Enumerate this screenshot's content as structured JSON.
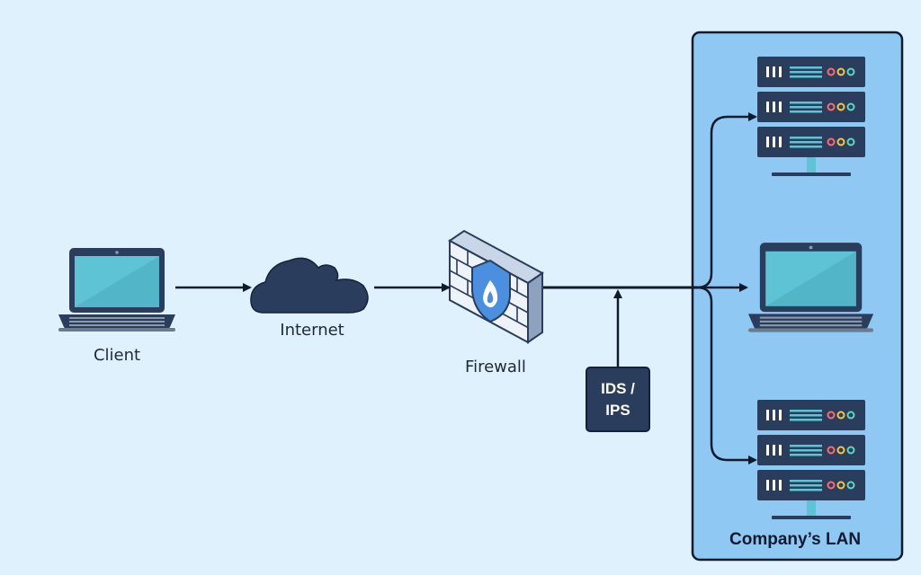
{
  "nodes": {
    "client": {
      "label": "Client"
    },
    "internet": {
      "label": "Internet"
    },
    "firewall": {
      "label": "Firewall"
    },
    "ids_ips": {
      "line1": "IDS /",
      "line2": "IPS"
    },
    "lan": {
      "label": "Company’s LAN"
    }
  },
  "icons": {
    "client": "laptop-icon",
    "internet": "cloud-icon",
    "firewall": "firewall-shield-icon",
    "lan_server_top": "server-rack-icon",
    "lan_laptop": "laptop-icon",
    "lan_server_bottom": "server-rack-icon"
  },
  "colors": {
    "background": "#dff1fd",
    "lan_zone": "#8ec8f3",
    "dark_navy": "#2b3d5c",
    "screen": "#5fc3d6",
    "arrow": "#0f1a2e"
  }
}
